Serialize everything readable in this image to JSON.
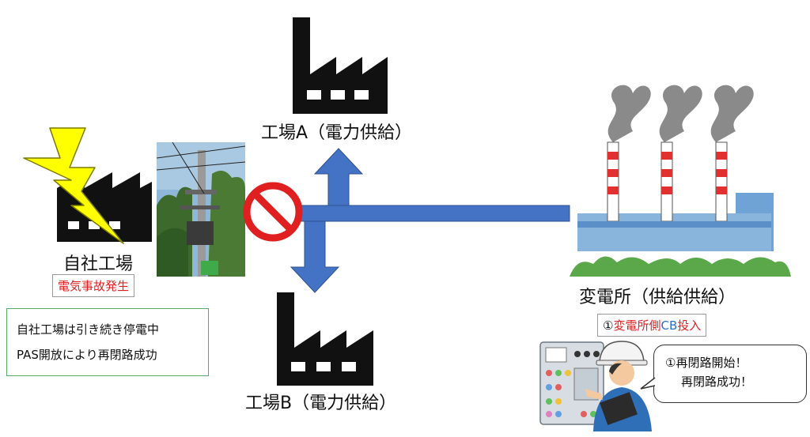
{
  "factory_self": {
    "name": "自社工場",
    "status": "電気事故発生"
  },
  "info_box": {
    "line1": "自社工場は引き続き停電中",
    "line2": "PAS開放により再閉路成功"
  },
  "factory_a": {
    "name": "工場A（電力供給）"
  },
  "factory_b": {
    "name": "工場B（電力供給）"
  },
  "substation": {
    "name": "変電所（供給供給）",
    "action_num": "①",
    "action_main": "変電所側",
    "action_cb": "CB",
    "action_tail": "投入"
  },
  "speech": {
    "line1": "①再閉路開始！",
    "line2": "再閉路成功！"
  },
  "colors": {
    "arrow": "#4472c4",
    "lightning": "#ffff00",
    "prohibit": "#e02020",
    "stripe": "#e03030"
  }
}
